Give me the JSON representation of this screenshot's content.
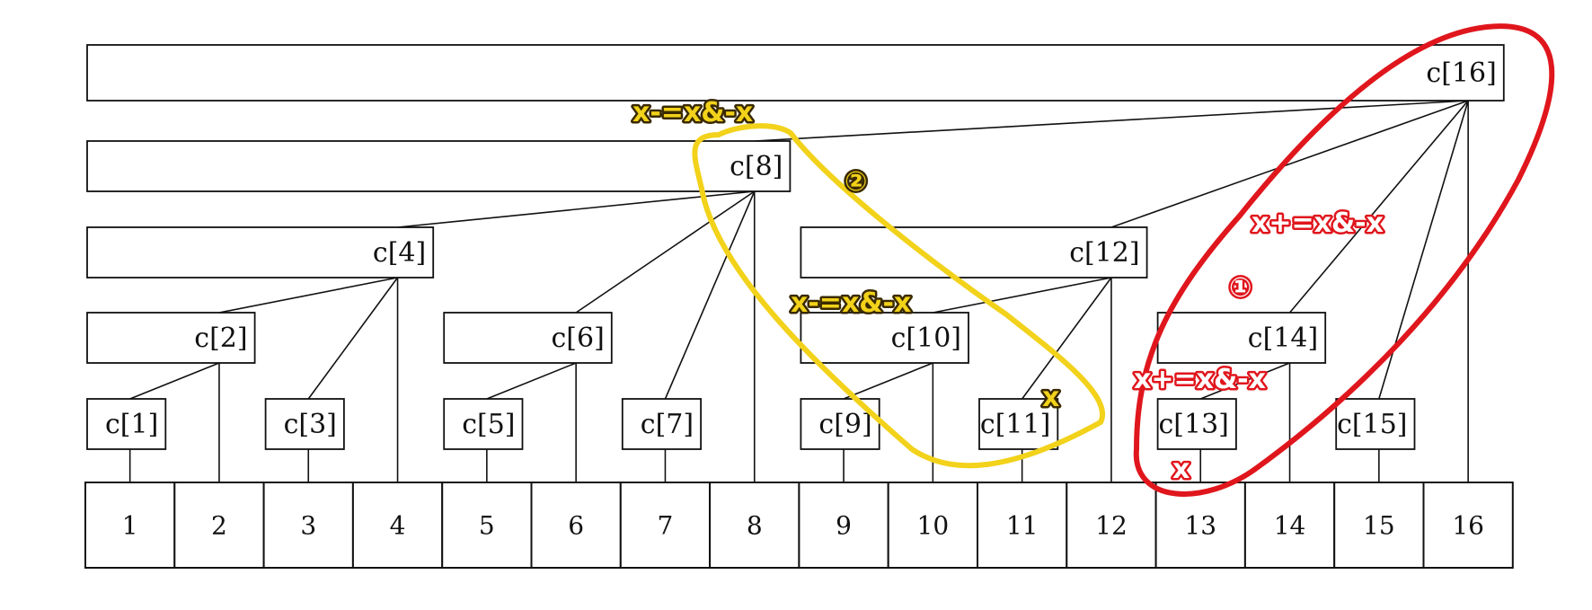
{
  "nodes": [
    {
      "id": 1,
      "label": "c[1]"
    },
    {
      "id": 2,
      "label": "c[2]"
    },
    {
      "id": 3,
      "label": "c[3]"
    },
    {
      "id": 4,
      "label": "c[4]"
    },
    {
      "id": 5,
      "label": "c[5]"
    },
    {
      "id": 6,
      "label": "c[6]"
    },
    {
      "id": 7,
      "label": "c[7]"
    },
    {
      "id": 8,
      "label": "c[8]"
    },
    {
      "id": 9,
      "label": "c[9]"
    },
    {
      "id": 10,
      "label": "c[10]"
    },
    {
      "id": 11,
      "label": "c[11]"
    },
    {
      "id": 12,
      "label": "c[12]"
    },
    {
      "id": 13,
      "label": "c[13]"
    },
    {
      "id": 14,
      "label": "c[14]"
    },
    {
      "id": 15,
      "label": "c[15]"
    },
    {
      "id": 16,
      "label": "c[16]"
    }
  ],
  "cells": [
    "1",
    "2",
    "3",
    "4",
    "5",
    "6",
    "7",
    "8",
    "9",
    "10",
    "11",
    "12",
    "13",
    "14",
    "15",
    "16"
  ],
  "annotations": {
    "yellow_top": "x-=x&-x",
    "yellow_circle_num": "②",
    "yellow_mid": "x-=x&-x",
    "yellow_x": "x",
    "red_top": "x+=x&-x",
    "red_circle_num": "①",
    "red_mid": "x+=x&-x",
    "red_x": "x"
  },
  "colors": {
    "line": "#111111",
    "yellow": "#f2d21a",
    "red": "#e0161d"
  }
}
